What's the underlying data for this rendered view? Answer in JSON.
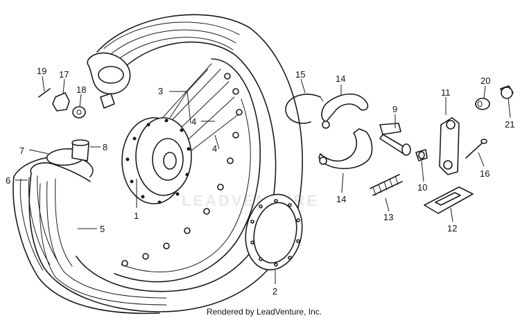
{
  "callouts": {
    "c1": "1",
    "c2": "2",
    "c3": "3",
    "c4a": "4",
    "c4b": "4",
    "c5": "5",
    "c6": "6",
    "c7": "7",
    "c8": "8",
    "c9": "9",
    "c10": "10",
    "c11": "11",
    "c12": "12",
    "c13": "13",
    "c14a": "14",
    "c14b": "14",
    "c15": "15",
    "c16": "16",
    "c17": "17",
    "c18": "18",
    "c19": "19",
    "c20": "20",
    "c21": "21"
  },
  "watermark": "LEADVENTURE",
  "footer": "Rendered by LeadVenture, Inc."
}
